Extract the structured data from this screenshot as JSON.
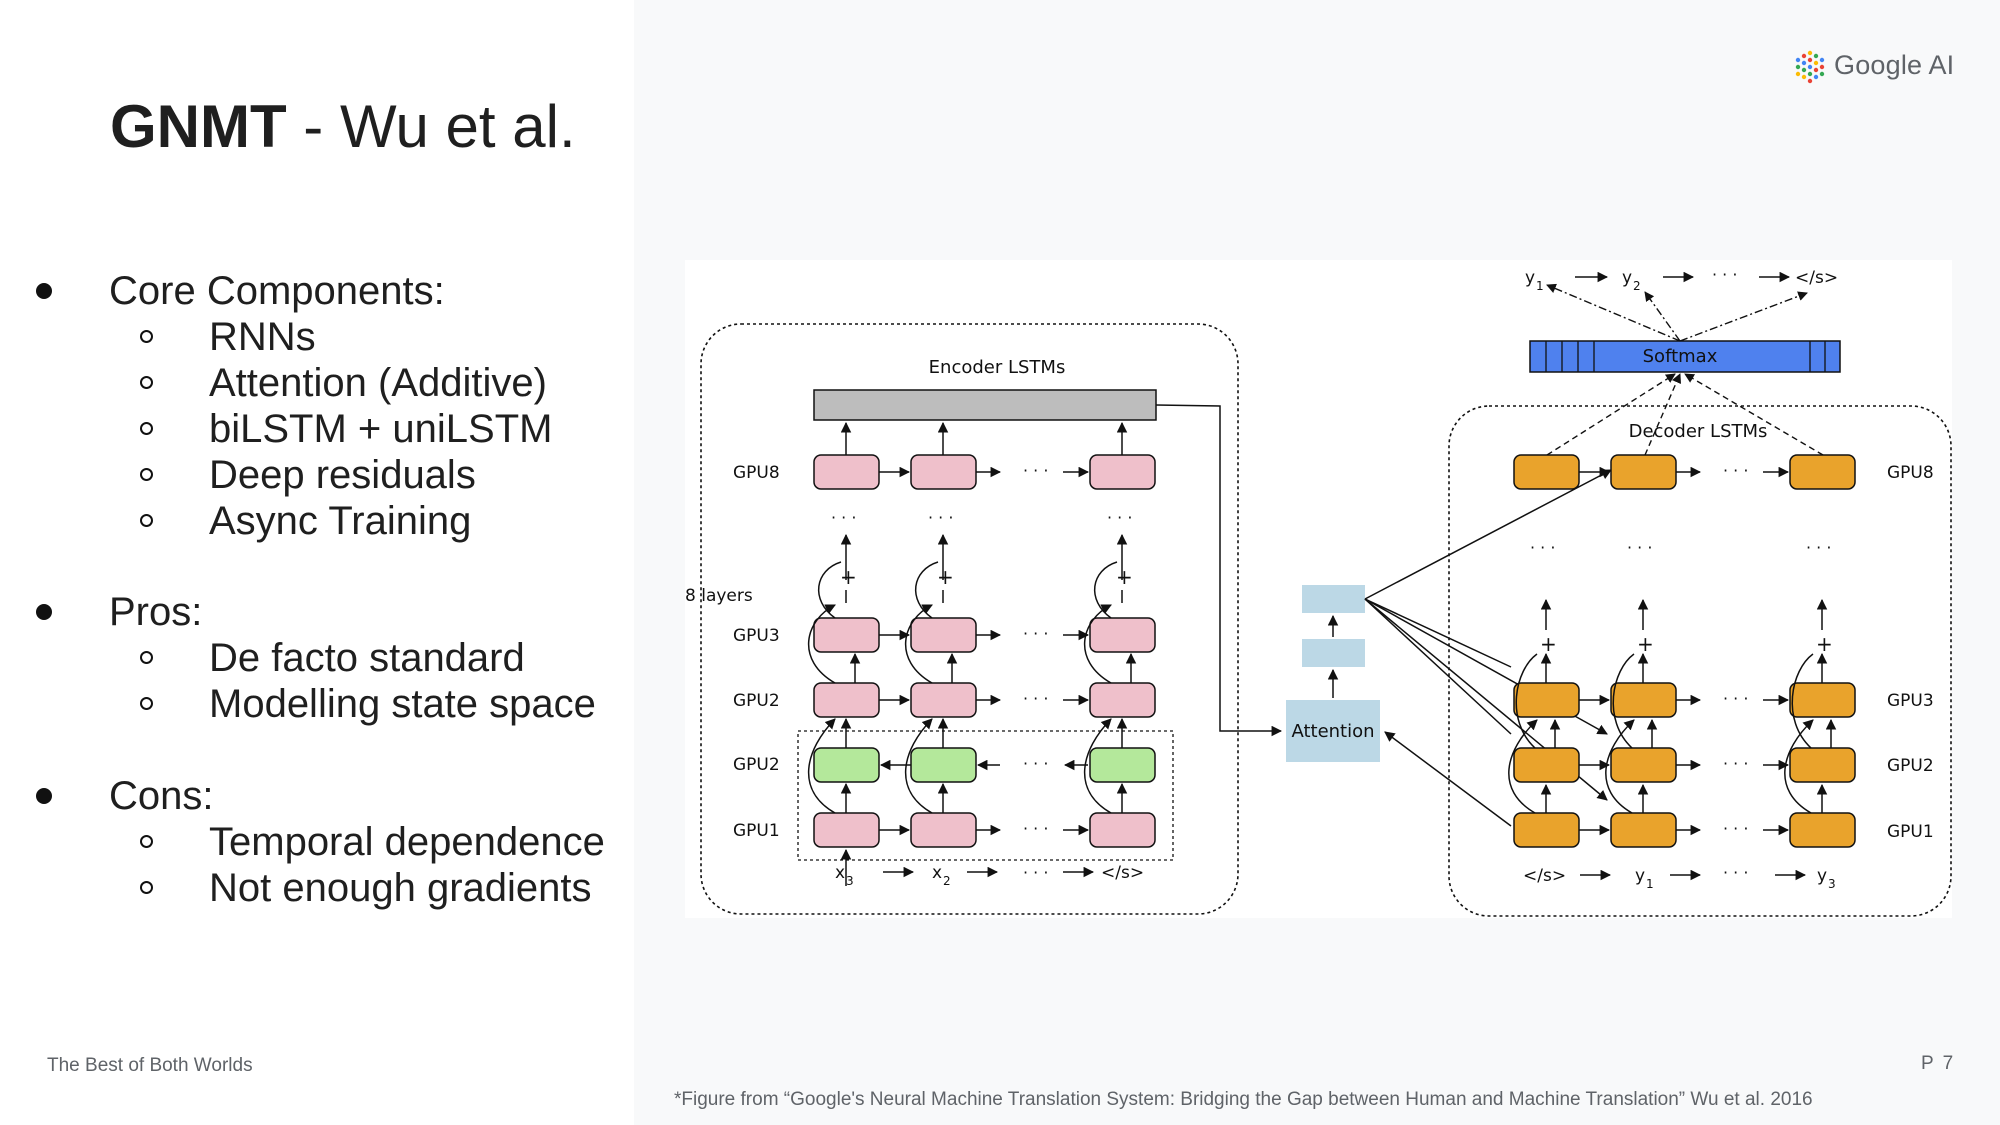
{
  "slide": {
    "title_bold": "GNMT",
    "title_rest": " - Wu et al.",
    "footer": "The Best of Both Worlds",
    "page_number": "P 7",
    "caption": "*Figure from “Google's Neural Machine Translation System: Bridging the Gap between Human and Machine Translation”  Wu  et al. 2016",
    "logo_text": "Google AI"
  },
  "sections": [
    {
      "heading": "Core Components:",
      "items": [
        "RNNs",
        "Attention (Additive)",
        "biLSTM + uniLSTM",
        "Deep residuals",
        "Async Training"
      ]
    },
    {
      "heading": "Pros:",
      "items": [
        "De facto standard",
        "Modelling state space"
      ]
    },
    {
      "heading": "Cons:",
      "items": [
        "Temporal dependence",
        "Not enough gradients"
      ]
    }
  ],
  "figure": {
    "encoder_label": "Encoder LSTMs",
    "decoder_label": "Decoder LSTMs",
    "softmax_label": "Softmax",
    "attention_label": "Attention",
    "layers_label": "8 layers",
    "encoder_gpus": [
      "GPU8",
      "GPU3",
      "GPU2",
      "GPU2",
      "GPU1"
    ],
    "decoder_gpus": [
      "GPU8",
      "GPU3",
      "GPU2",
      "GPU1"
    ],
    "ellipsis": "· · ·",
    "plus": "+",
    "enc_inputs": {
      "x3": "x",
      "x3_sub": "3",
      "x2": "x",
      "x2_sub": "2",
      "end": "</s>"
    },
    "dec_inputs": {
      "start": "</s>",
      "y1": "y",
      "y1_sub": "1",
      "y3": "y",
      "y3_sub": "3"
    },
    "dec_outputs": {
      "y1": "y",
      "y1_sub": "1",
      "y2": "y",
      "y2_sub": "2",
      "end": "</s>"
    },
    "colors": {
      "encoder_cell": "#efc0cb",
      "bi_cell": "#b4e89b",
      "decoder_cell": "#e9a32c",
      "softmax": "#4f81ee",
      "attention": "#bcd8e6",
      "encoder_bar": "#bdbdbd"
    }
  }
}
